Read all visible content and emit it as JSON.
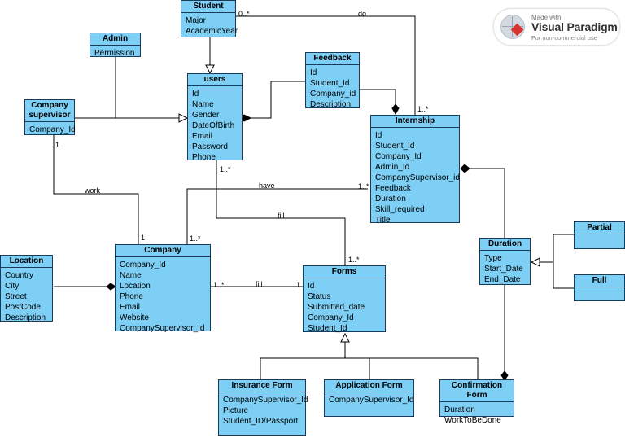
{
  "classes": {
    "student": {
      "title": "Student",
      "attrs": [
        "Major",
        "AcademicYear"
      ]
    },
    "admin": {
      "title": "Admin",
      "attrs": [
        "Permission"
      ]
    },
    "feedback": {
      "title": "Feedback",
      "attrs": [
        "Id",
        "Student_Id",
        "Company_id",
        "Description"
      ]
    },
    "users": {
      "title": "users",
      "attrs": [
        "Id",
        "Name",
        "Gender",
        "DateOfBirth",
        "Email",
        "Password",
        "Phone"
      ]
    },
    "supervisor": {
      "title": "Company\nsupervisor",
      "attrs": [
        "Company_Id"
      ]
    },
    "internship": {
      "title": "Internship",
      "attrs": [
        "Id",
        "Student_Id",
        "Company_Id",
        "Admin_Id",
        "CompanySupervisor_id",
        "Feedback",
        "Duration",
        "Skill_required",
        "Title"
      ]
    },
    "company": {
      "title": "Company",
      "attrs": [
        "Company_Id",
        "Name",
        "Location",
        "Phone",
        "Email",
        "Website",
        "CompanySupervisor_Id"
      ]
    },
    "location": {
      "title": "Location",
      "attrs": [
        "Country",
        "City",
        "Street",
        "PostCode",
        "Description"
      ]
    },
    "forms": {
      "title": "Forms",
      "attrs": [
        "Id",
        "Status",
        "Submitted_date",
        "Company_Id",
        "Student_Id"
      ]
    },
    "duration": {
      "title": "Duration",
      "attrs": [
        "Type",
        "Start_Date",
        "End_Date"
      ]
    },
    "partial": {
      "title": "Partial",
      "attrs": []
    },
    "full": {
      "title": "Full",
      "attrs": []
    },
    "insurance": {
      "title": "Insurance Form",
      "attrs": [
        "CompanySupervisor_Id",
        "Picture",
        "Student_ID/Passport"
      ]
    },
    "application": {
      "title": "Application Form",
      "attrs": [
        "CompanySupervisor_Id"
      ]
    },
    "confirmation": {
      "title": "Confirmation Form",
      "attrs": [
        "Duration",
        "WorkToBeDone"
      ]
    }
  },
  "labels": {
    "do": "do",
    "do_m1": "0..*",
    "do_m2": "1..*",
    "work": "work",
    "work_m1": "1",
    "work_m2": "1",
    "have": "have",
    "have_m1": "1..*",
    "have_m2": "1..*",
    "fill_users": "fill",
    "fill_users_m1": "1..*",
    "fill_users_m2": "1..*",
    "fill_company": "fill",
    "fill_company_m1": "1..*",
    "fill_company_m2": "1"
  },
  "watermark": {
    "made_with": "Made with",
    "brand": "Visual Paradigm",
    "sub": "For non-commercial use"
  },
  "colors": {
    "class_fill": "#7dcff5",
    "class_border": "#1b3a57",
    "line": "#000000"
  }
}
